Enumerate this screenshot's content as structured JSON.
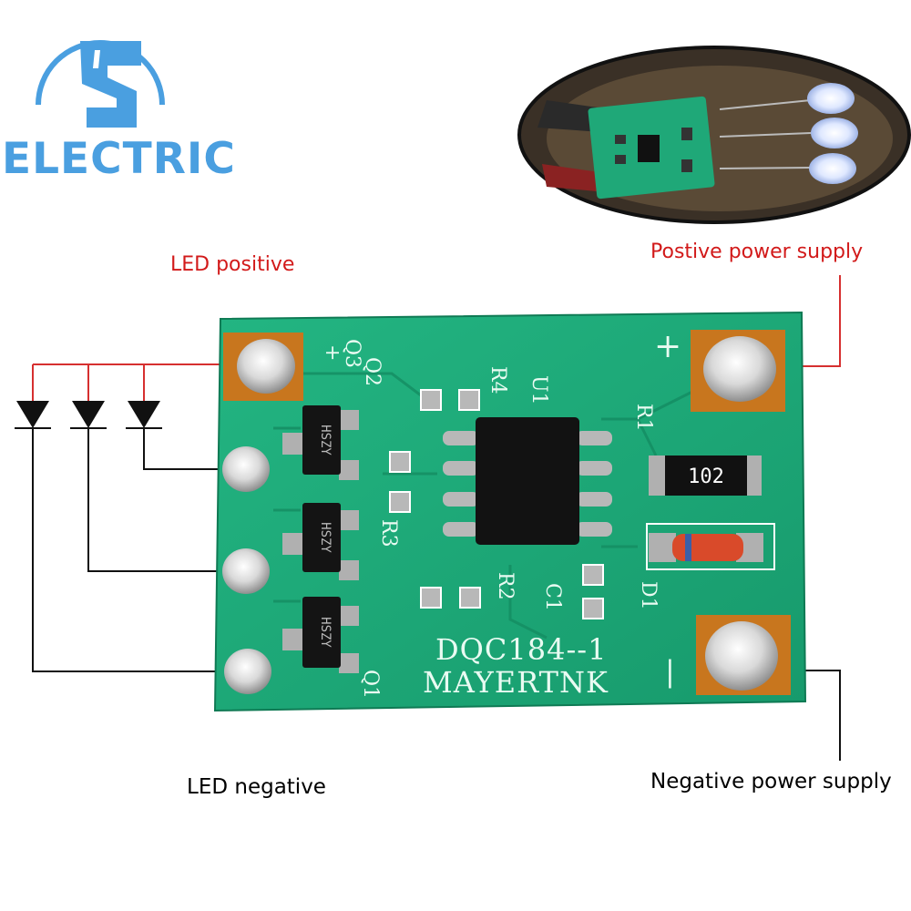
{
  "logo": {
    "text": "ELECTRIC",
    "color": "#4a9fe0",
    "icon": "s-logo-icon"
  },
  "labels": {
    "led_positive": "LED positive",
    "positive_supply": "Postive power supply",
    "led_negative": "LED negative",
    "negative_supply": "Negative power supply"
  },
  "board": {
    "line1": "DQC184--1",
    "line2": "MAYERTNK",
    "resistor_code": "102",
    "plus_mark": "+",
    "minus_mark": "|",
    "silk": {
      "q3": "Q3",
      "q2": "Q2",
      "q1": "Q1",
      "r4": "R4",
      "u1": "U1",
      "r1": "R1",
      "r3": "R3",
      "r2": "R2",
      "c1": "C1",
      "d1": "D1",
      "plus": "+"
    },
    "transistor_code": "HSZY"
  },
  "colors": {
    "label_red": "#d21a1a",
    "wire_red": "#d63030",
    "wire_black": "#111111",
    "pcb_green": "#1fa878",
    "pad_copper": "#c8761e"
  }
}
